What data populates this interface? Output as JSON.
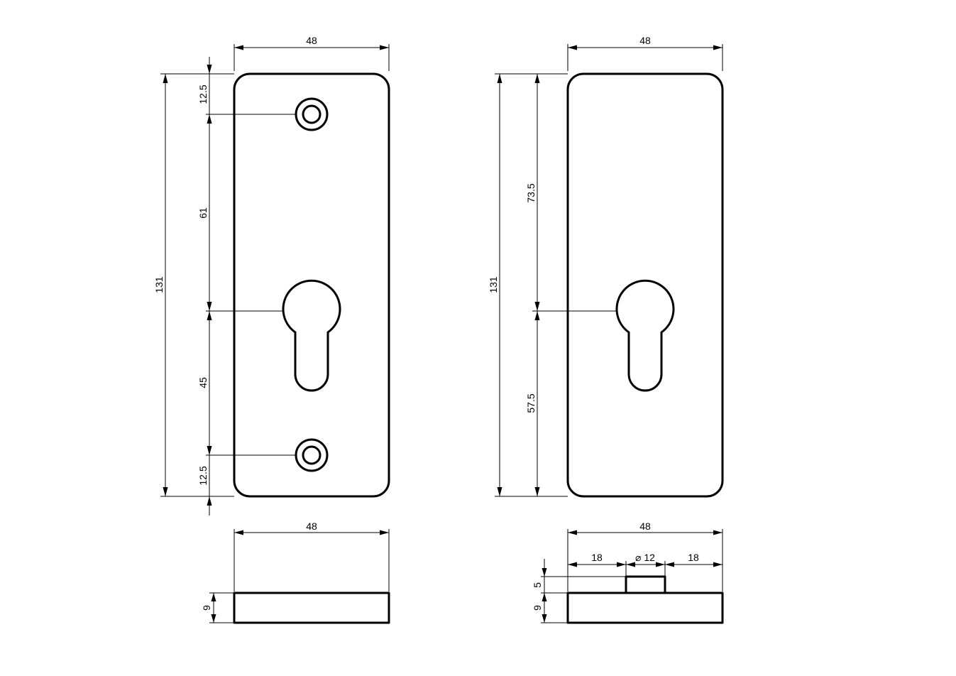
{
  "front_left": {
    "width": "48",
    "height": "131",
    "top_to_hole": "12.5",
    "hole_to_keyhole": "61",
    "keyhole_to_hole": "45",
    "hole_to_bottom": "12.5"
  },
  "front_right": {
    "width": "48",
    "height": "131",
    "top_to_keyhole": "73.5",
    "keyhole_to_bottom": "57.5"
  },
  "side_left": {
    "width": "48",
    "thickness": "9"
  },
  "side_right": {
    "width": "48",
    "left_offset": "18",
    "boss_diameter": "⌀ 12",
    "right_offset": "18",
    "boss_height": "5",
    "thickness": "9"
  }
}
